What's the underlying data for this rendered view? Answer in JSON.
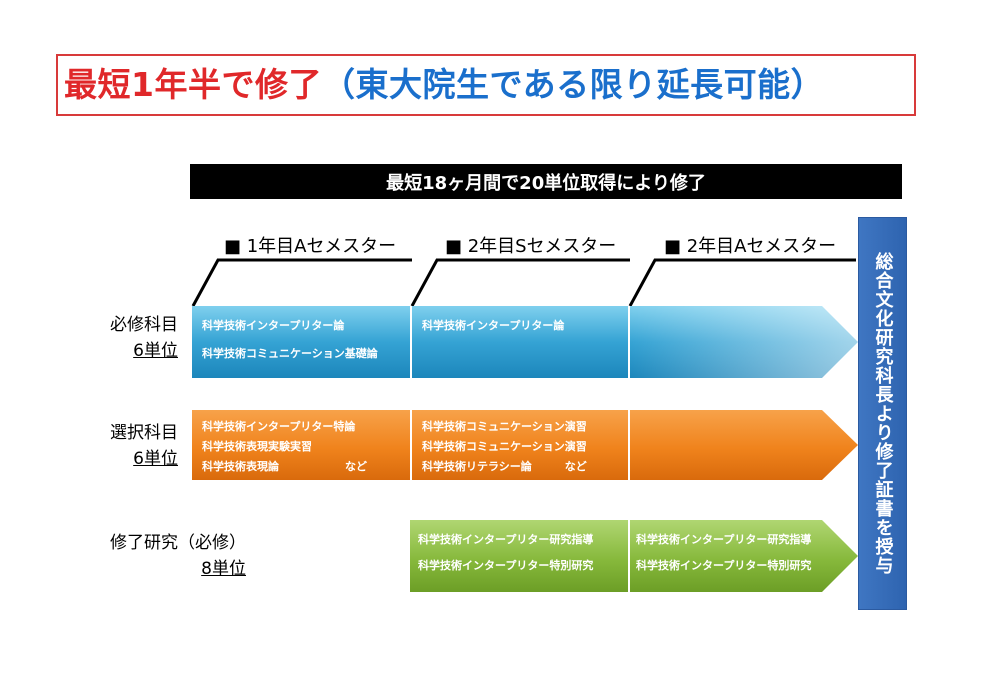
{
  "title": {
    "part_red": "最短1年半で修了",
    "part_blue": "（東大院生である限り延長可能）"
  },
  "banner": "最短18ヶ月間で20単位取得により修了",
  "semesters": [
    "■ 1年目Aセメスター",
    "■ 2年目Sセメスター",
    "■ 2年目Aセメスター"
  ],
  "rows": [
    {
      "label": "必修科目",
      "units": "6単位",
      "color": "#3aa7d6",
      "cells": [
        [
          "科学技術インタープリター論",
          "科学技術コミュニケーション基礎論"
        ],
        [
          "科学技術インタープリター論"
        ],
        []
      ]
    },
    {
      "label": "選択科目",
      "units": "6単位",
      "color": "#f0851e",
      "cells": [
        [
          "科学技術インタープリター特論",
          "科学技術表現実験実習",
          "科学技術表現論　　　　　　など"
        ],
        [
          "科学技術コミュニケーション演習",
          "科学技術コミュニケーション演習",
          "科学技術リテラシー論　　　など"
        ],
        []
      ]
    },
    {
      "label": "修了研究（必修）",
      "units": "8単位",
      "color": "#86b83c",
      "cells": [
        [],
        [
          "科学技術インタープリター研究指導",
          "科学技術インタープリター特別研究"
        ],
        [
          "科学技術インタープリター研究指導",
          "科学技術インタープリター特別研究"
        ]
      ]
    }
  ],
  "vertical_box": "総合文化研究科長より修了証書を授与"
}
